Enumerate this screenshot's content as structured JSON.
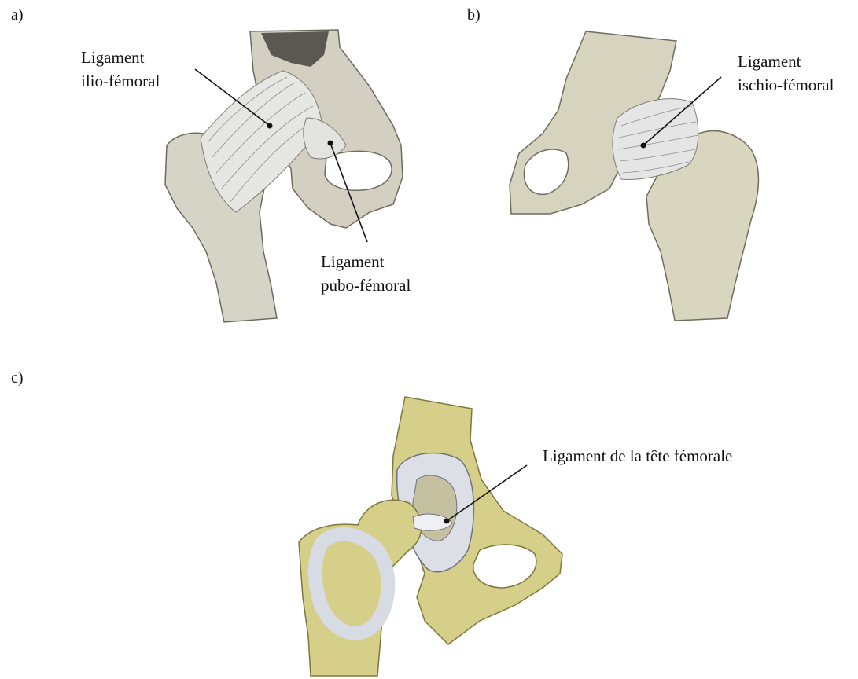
{
  "panels": [
    {
      "letter": "a)"
    },
    {
      "letter": "b)"
    },
    {
      "letter": "c)"
    }
  ],
  "labels": {
    "ilio_femoral": {
      "line1": "Ligament",
      "line2": "ilio-fémoral"
    },
    "pubo_femoral": {
      "line1": "Ligament",
      "line2": "pubo-fémoral"
    },
    "ischio_femoral": {
      "line1": "Ligament",
      "line2": "ischio-fémoral"
    },
    "femoral_head": {
      "line1": "Ligament de la tête fémorale"
    }
  },
  "colors": {
    "bone_grey": "#d6d4c6",
    "bone_shadow": "#8f8c80",
    "ligament": "#e8e8e6",
    "bone_yellow": "#d6cf8a",
    "bone_yellow_shadow": "#a59f5a",
    "cartilage": "#dcdfe6",
    "ink": "#111111"
  }
}
